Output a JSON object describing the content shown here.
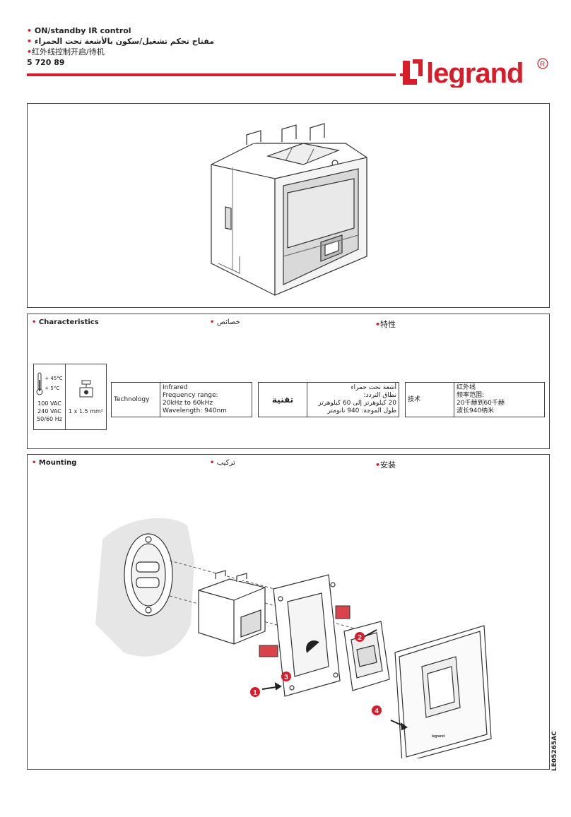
{
  "header": {
    "title_en": "ON/standby IR control",
    "title_ar": "مفتاح تحكم تشغيل/سكون بالأشعة تحت الحمراء",
    "title_zh": "红外线控制开启/待机",
    "ref": "5 720 89"
  },
  "brand": {
    "name": "legrand",
    "registered": "®",
    "color": "#d51e29"
  },
  "characteristics": {
    "heading_en": "Characteristics",
    "heading_ar": "خصائص",
    "heading_zh": "特性",
    "env": {
      "temp_max": "+ 45°C",
      "temp_min": "+ 5°C",
      "voltages": [
        "100 VAC",
        "240 VAC",
        "50/60 Hz"
      ],
      "wire": "1 x 1.5 mm²"
    },
    "technology_en": {
      "label": "Technology",
      "lines": [
        "Infrared",
        "Frequency range:",
        "20kHz to 60kHz",
        "Wavelength: 940nm"
      ]
    },
    "technology_ar": {
      "label": "تقنية",
      "lines": [
        "أشعة تحت حمراء",
        "نطاق التردد:",
        "20 كيلوهرتز إلى 60 كيلوهرتز",
        "طول الموجة: 940 نانومتر"
      ]
    },
    "technology_zh": {
      "label": "技术",
      "lines": [
        "红外线",
        "频率范围:",
        "20千赫到60千赫",
        "波长940纳米"
      ]
    }
  },
  "mounting": {
    "heading_en": "Mounting",
    "heading_ar": "تركيب",
    "heading_zh": "安装",
    "steps": [
      "1",
      "2",
      "3",
      "4"
    ],
    "plate_brand": "legrand"
  },
  "doc_code": "LE05265AC"
}
